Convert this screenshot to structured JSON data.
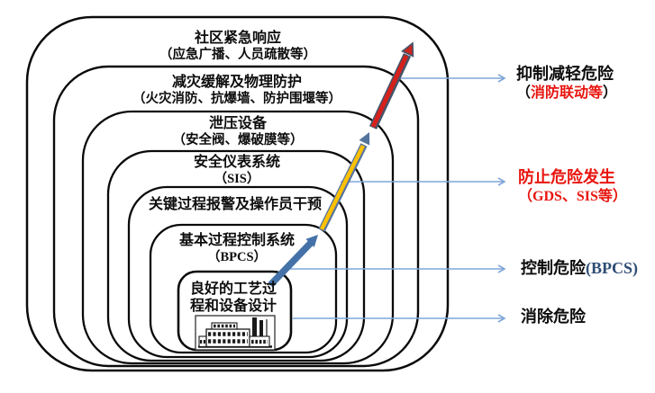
{
  "diagram": {
    "type": "onion-layers-of-protection",
    "rings": [
      {
        "name": "community-emergency-response",
        "line1": "社区紧急响应",
        "line2": "（应急广播、人员疏散等）"
      },
      {
        "name": "mitigation-and-physical-protection",
        "line1": "减灾缓解及物理防护",
        "line2": "（火灾消防、抗爆墙、防护围堰等）"
      },
      {
        "name": "pressure-relief-devices",
        "line1": "泄压设备",
        "line2": "（安全阀、爆破膜等）"
      },
      {
        "name": "safety-instrumented-system",
        "line1": "安全仪表系统",
        "line2": "（SIS）"
      },
      {
        "name": "critical-alarms-operator-intervention",
        "line1": "关键过程报警及操作员干预"
      },
      {
        "name": "basic-process-control-system",
        "line1": "基本过程控制系统",
        "line2": "（BPCS）"
      },
      {
        "name": "good-process-and-equipment-design",
        "line1": "良好的工艺过",
        "line2": "程和设备设计"
      }
    ],
    "right_labels": [
      {
        "name": "suppress-mitigate-hazard",
        "line1": "抑制减轻危险",
        "line2_open": "（",
        "line2_highlight": "消防联动等",
        "line2_close": "）"
      },
      {
        "name": "prevent-hazard",
        "line1": "防止危险发生",
        "line2": "（GDS、SIS等）"
      },
      {
        "name": "control-hazard",
        "text": "控制危险",
        "suffix": "(BPCS)"
      },
      {
        "name": "eliminate-hazard",
        "text": "消除危险"
      }
    ],
    "icons": {
      "factory": "factory-icon"
    },
    "colors": {
      "ring_stroke": "#0a0a0a",
      "arrow_blue": "#4472A8",
      "arrow_yellow": "#FFC000",
      "arrow_red": "#D6201B",
      "arrow_outline": "#54749E",
      "connector_blue": "#7FA6D9",
      "highlight_red": "#E8150F",
      "bpcs_navy": "#2E4D73"
    }
  }
}
